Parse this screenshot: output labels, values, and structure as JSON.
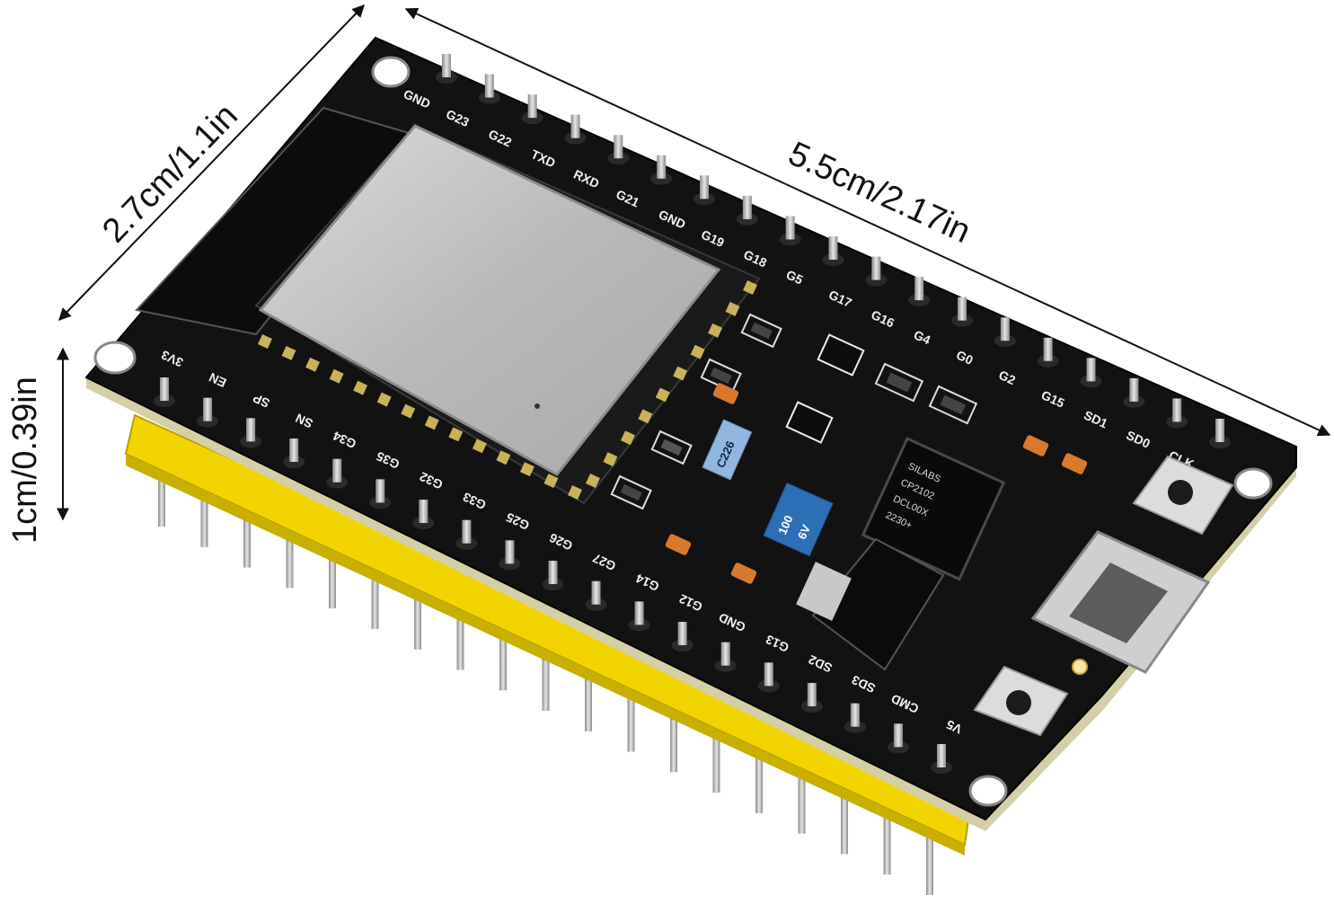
{
  "dimensions": {
    "length": "5.5cm/2.17in",
    "width": "2.7cm/1.1in",
    "height": "1cm/0.39in"
  },
  "top_header_pins": [
    "GND",
    "G23",
    "G22",
    "TXD",
    "RXD",
    "G21",
    "GND",
    "G19",
    "G18",
    "G5",
    "G17",
    "G16",
    "G4",
    "G0",
    "G2",
    "G15",
    "SD1",
    "SD0",
    "CLK"
  ],
  "bottom_header_pins": [
    "3V3",
    "EN",
    "SP",
    "SN",
    "G34",
    "G35",
    "G32",
    "G33",
    "G25",
    "G26",
    "G27",
    "G14",
    "G12",
    "GND",
    "G13",
    "SD2",
    "SD3",
    "CMD",
    "V5"
  ],
  "usb_chip": {
    "line1": "SILABS",
    "line2": "CP2102",
    "line3": "DCL00X",
    "line4": "2230+"
  },
  "capacitor_label": "C226",
  "electrolytic_label": {
    "line1": "100",
    "line2": "6V"
  },
  "colors": {
    "pcb": "#121212",
    "header_plastic": "#f2d400",
    "shield": "#c4c4c4",
    "pin_metal": "#bdbdbd"
  }
}
